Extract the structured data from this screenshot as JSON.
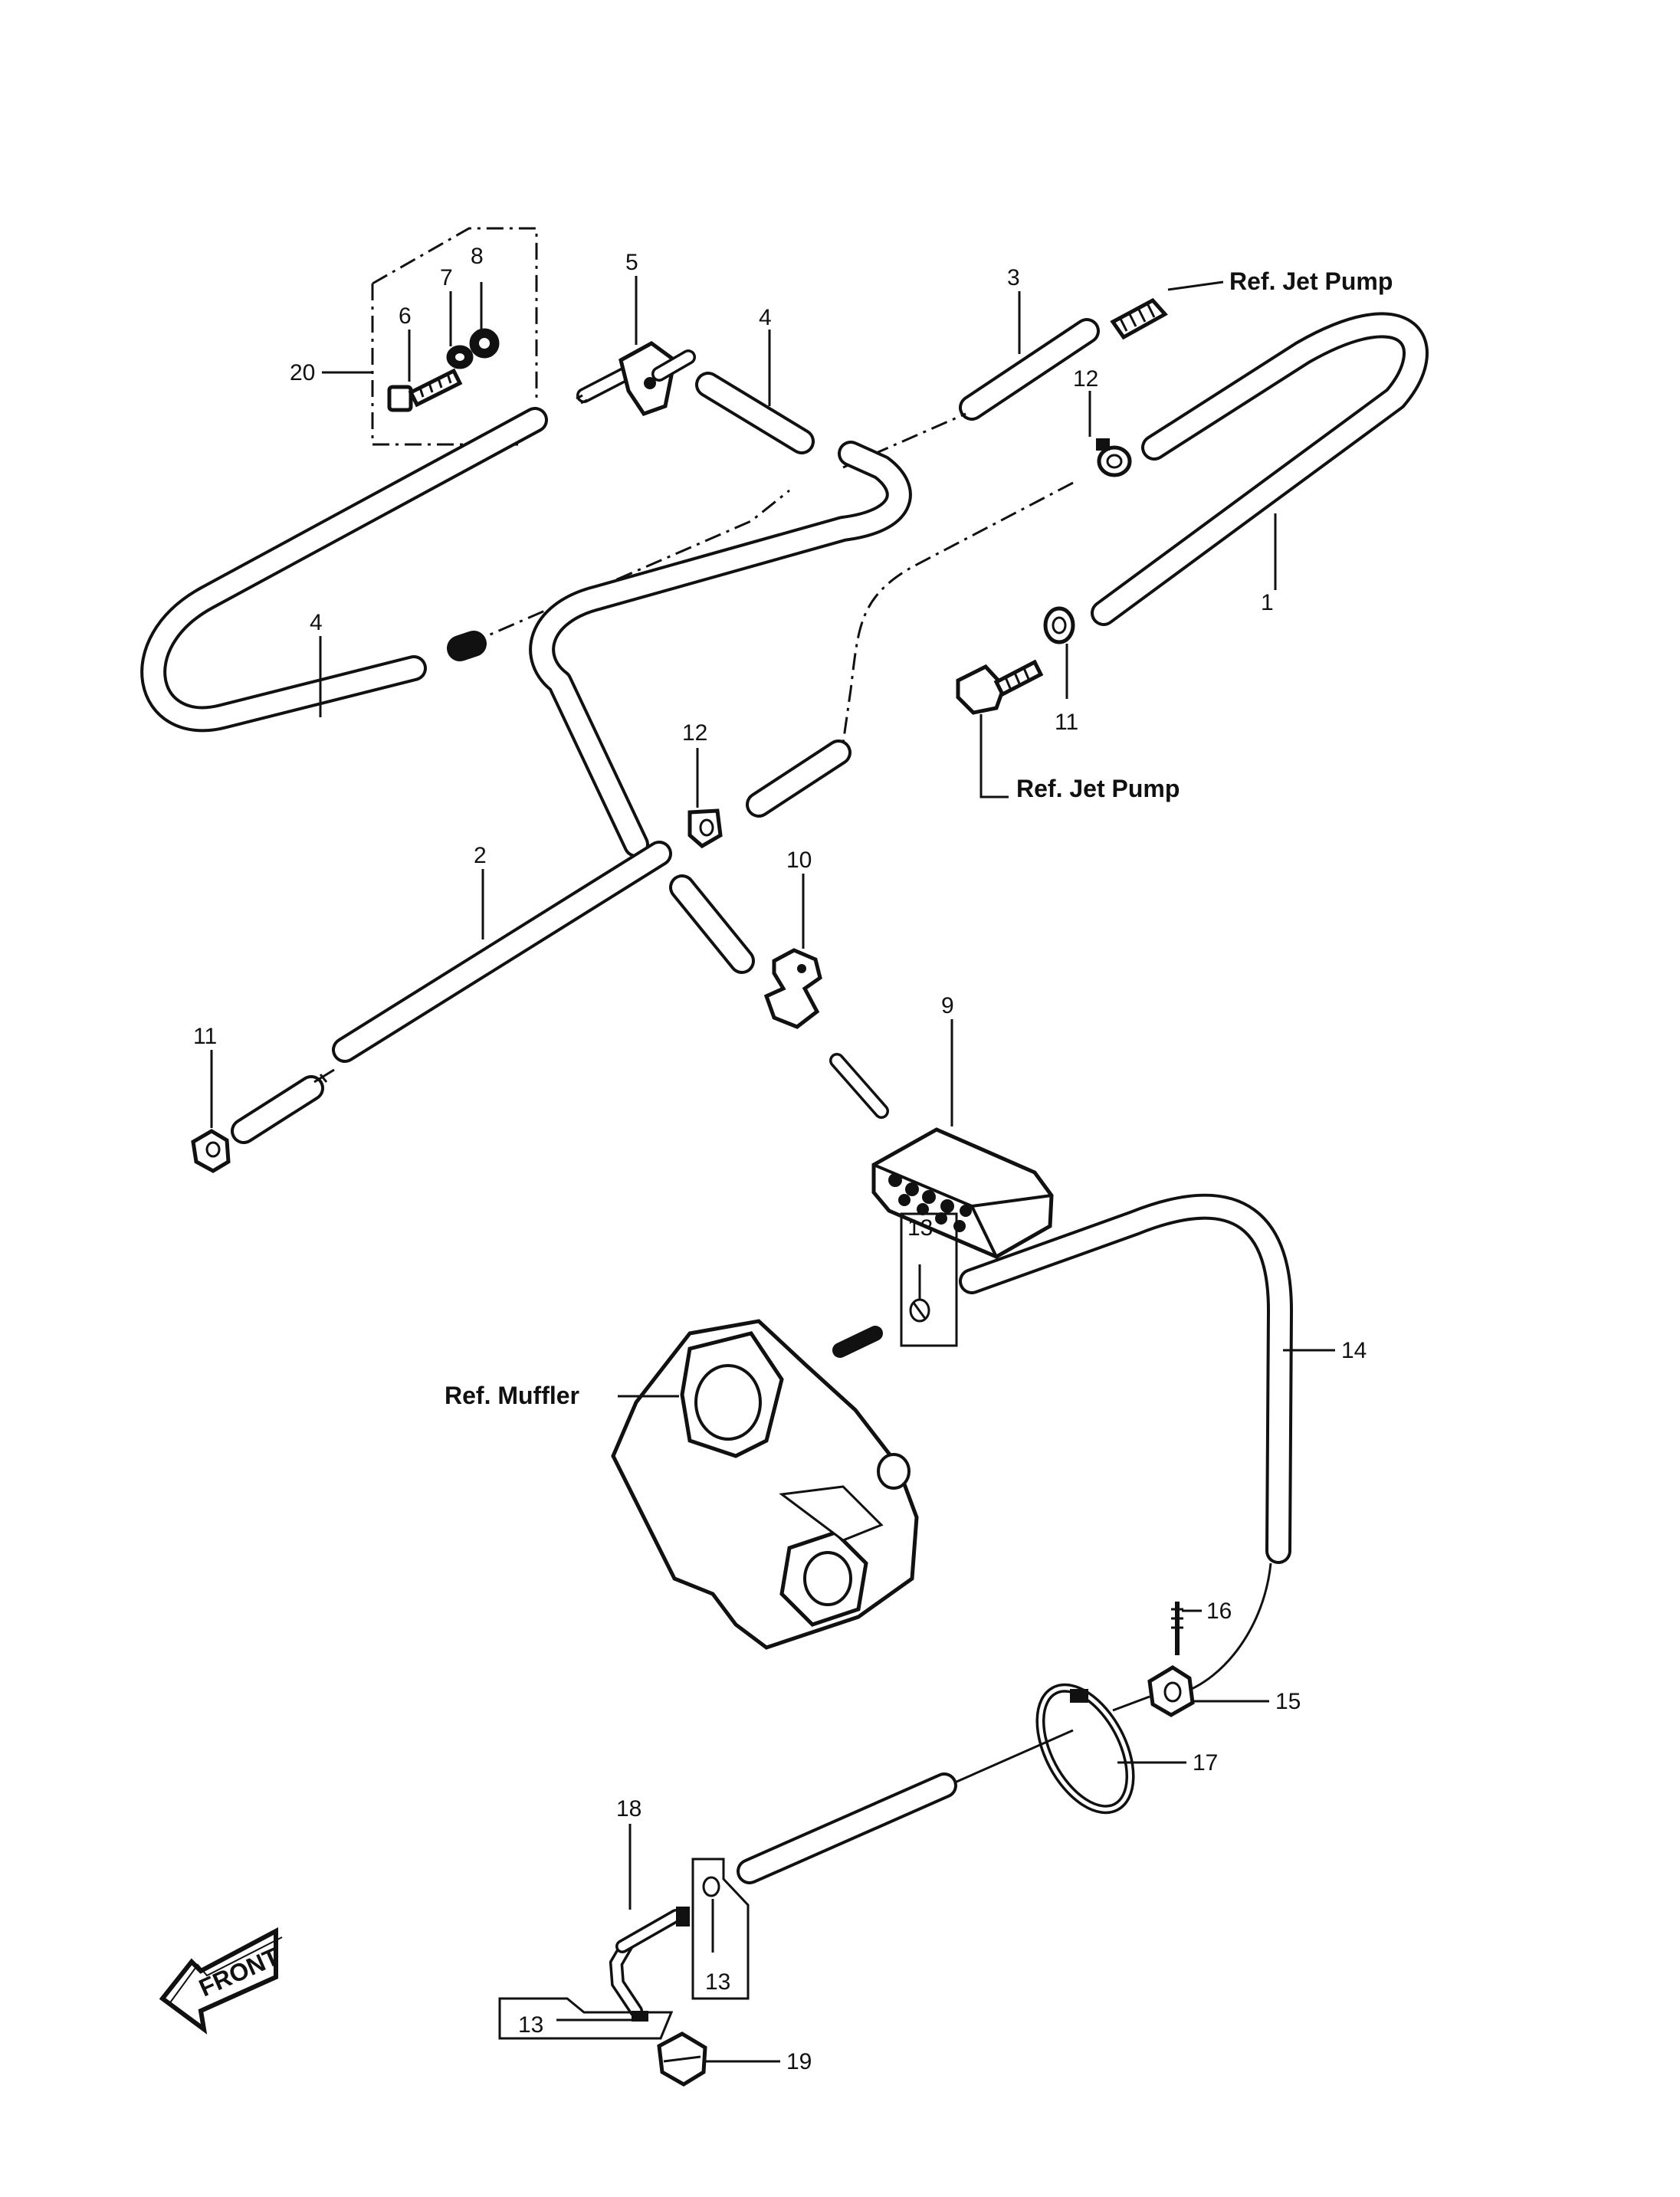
{
  "diagram": {
    "part_numbers": {
      "p1": "1",
      "p2": "2",
      "p3": "3",
      "p4a": "4",
      "p4b": "4",
      "p5": "5",
      "p6": "6",
      "p7": "7",
      "p8": "8",
      "p9": "9",
      "p10": "10",
      "p11a": "11",
      "p11b": "11",
      "p12a": "12",
      "p12b": "12",
      "p13a": "13",
      "p13b": "13",
      "p13c": "13",
      "p14": "14",
      "p15": "15",
      "p16": "16",
      "p17": "17",
      "p18": "18",
      "p19": "19",
      "p20": "20"
    },
    "references": {
      "jet_pump_top": "Ref. Jet Pump",
      "jet_pump_mid": "Ref. Jet Pump",
      "muffler": "Ref. Muffler"
    },
    "front_arrow": "FRONT"
  }
}
